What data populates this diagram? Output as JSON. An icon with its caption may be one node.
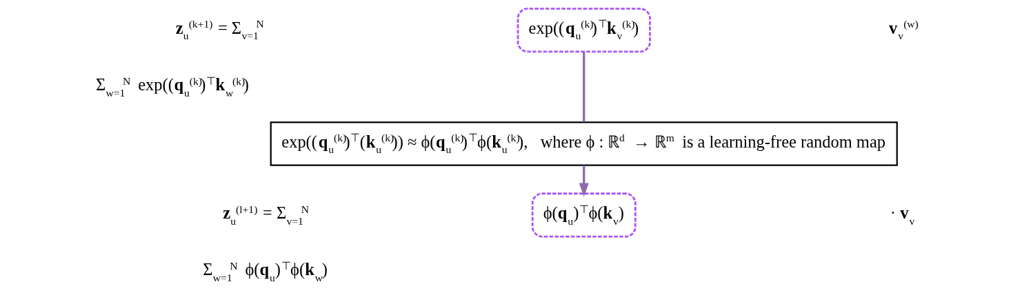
{
  "diagram": {
    "nodes": [
      {
        "text": [
          "exp((**q**$_{u}$$^{(k)}$)$^{⊤}$**k**$_{v}$$^{(k)}$)"
        ]
      },
      {
        "text": [
          "exp((**q**$_{u}$$^{(k)}$)$^{⊤}$(**k**$_{u}$$^{(k)}$)) ≈ ϕ(**q**$_{u}$$^{(k)}$)$^{⊤}$ϕ(**k**$_{u}$$^{(k)}$),   where ϕ : ℝ$^{d}$ → ℝ$^{m}$ is a learning-free random map"
        ]
      },
      {
        "text": [
          "ϕ(**q**$_{u}$)$^{⊤}$ϕ(**k**$_{v}$)"
        ]
      }
    ],
    "edges": [
      {
        "from": 0,
        "to": 1,
        "arrow": "none"
      },
      {
        "from": 1,
        "to": 2,
        "arrow": "to"
      }
    ],
    "labels": [
      "**z**$_{u}$$^{(k+1)}$ = Σ$_{v=1}$$^{N}$",
      "**v**$_{v}$$^{(w)}$",
      "Σ$_{w=1}$$^{N}$ exp((**q**$_{u}$$^{(k)}$)$^{⊤}$**k**$_{w}$$^{(k)}$)",
      "**z**$_{u}$$^{(l+1)}$ = Σ$_{v=1}$$^{N}$",
      "· **v**$_{v}$",
      "Σ$_{w=1}$$^{N}$ ϕ(**q**$_{u}$)$^{⊤}$ϕ(**k**$_{w}$)"
    ]
  }
}
